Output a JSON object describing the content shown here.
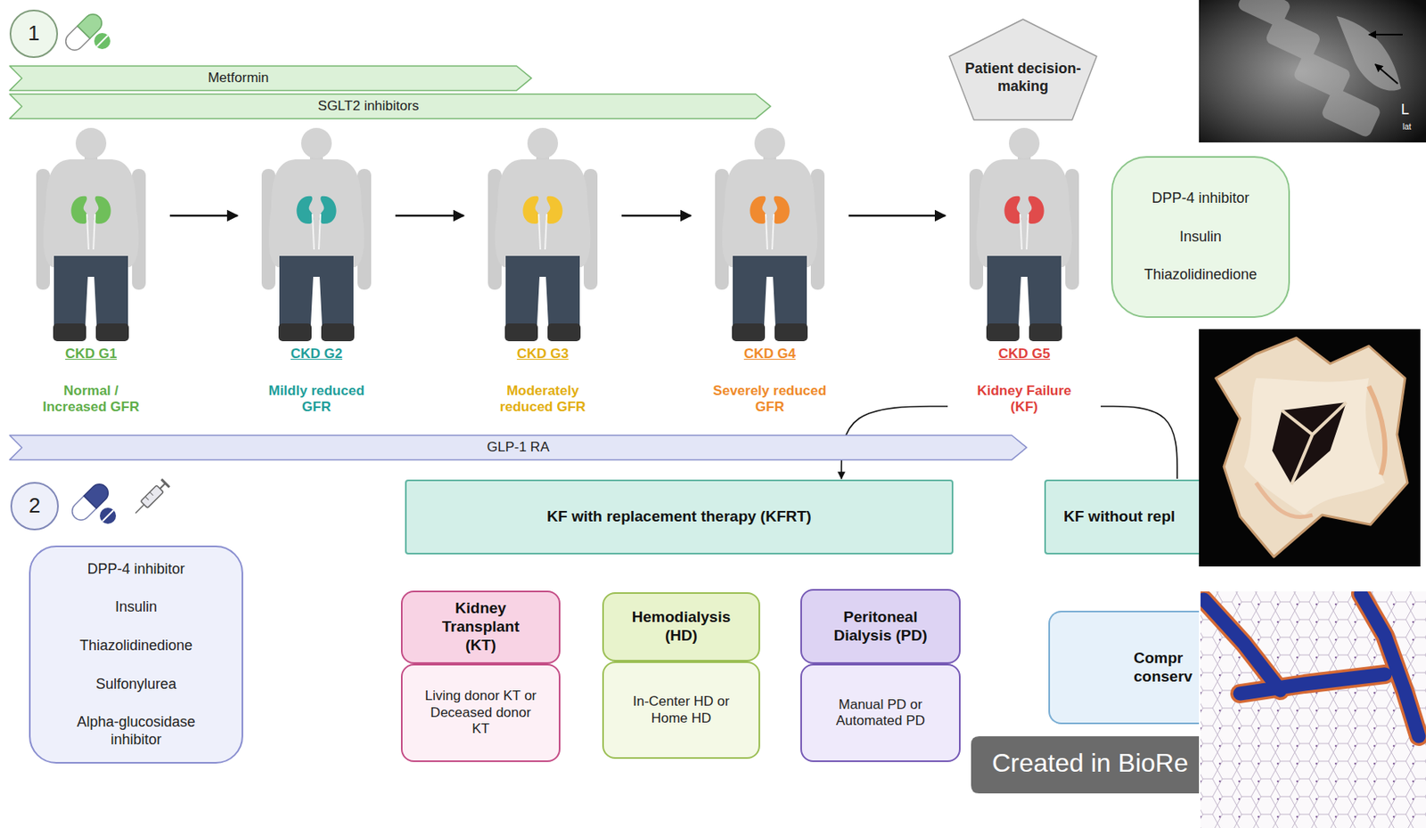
{
  "diagram": {
    "nodes": [
      {
        "text": [
          "1"
        ]
      },
      {
        "text": [
          "Metformin"
        ]
      },
      {
        "text": [
          "SGLT2 inhibitors"
        ]
      },
      {
        "text": [
          "Patient decision-making"
        ]
      },
      {
        "text": [
          "CKD G1",
          "Normal / Increased GFR"
        ]
      },
      {
        "text": [
          "CKD G2",
          "Mildly reduced GFR"
        ]
      },
      {
        "text": [
          "CKD G3",
          "Moderately reduced GFR"
        ]
      },
      {
        "text": [
          "CKD G4",
          "Severely reduced GFR"
        ]
      },
      {
        "text": [
          "CKD G5",
          "Kidney Failure (KF)"
        ]
      },
      {
        "text": [
          "DPP-4 inhibitor",
          "Insulin",
          "Thiazolidinedione"
        ]
      },
      {
        "text": [
          "GLP-1 RA"
        ]
      },
      {
        "text": [
          "2"
        ]
      },
      {
        "text": [
          "DPP-4 inhibitor",
          "Insulin",
          "Thiazolidinedione",
          "Sulfonylurea",
          "Alpha-glucosidase inhibitor"
        ]
      },
      {
        "text": [
          "KF with replacement therapy (KFRT)"
        ]
      },
      {
        "text": [
          "KF without repl"
        ]
      },
      {
        "text": [
          "Kidney Transplant (KT)"
        ]
      },
      {
        "text": [
          "Living donor KT or Deceased donor KT"
        ]
      },
      {
        "text": [
          "Hemodialysis (HD)"
        ]
      },
      {
        "text": [
          "In-Center HD or Home HD"
        ]
      },
      {
        "text": [
          "Peritoneal Dialysis (PD)"
        ]
      },
      {
        "text": [
          "Manual PD or Automated PD"
        ]
      },
      {
        "text": [
          "Compr conserv"
        ]
      }
    ],
    "edges": [
      {
        "from": 4,
        "to": 5,
        "arrow": "to"
      },
      {
        "from": 5,
        "to": 6,
        "arrow": "to"
      },
      {
        "from": 6,
        "to": 7,
        "arrow": "to"
      },
      {
        "from": 7,
        "to": 8,
        "arrow": "to"
      },
      {
        "from": 8,
        "to": 13,
        "arrow": "to"
      },
      {
        "from": 8,
        "to": 14,
        "arrow": "none"
      }
    ],
    "labels": [
      "Created in BioRe",
      "L",
      "lat"
    ]
  }
}
